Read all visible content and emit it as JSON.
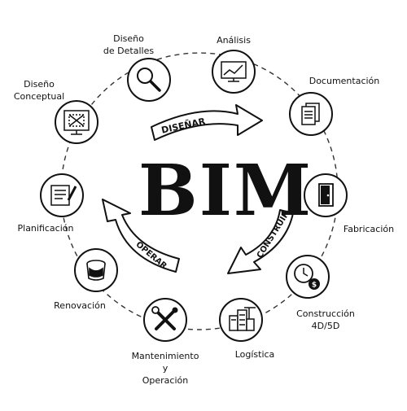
{
  "center": {
    "title": "BIM"
  },
  "phases": {
    "design": "DISEÑAR",
    "build": "CONSTRUIR",
    "operate": "OPERAR"
  },
  "stages": [
    {
      "id": "analisis",
      "label": "Análisis",
      "icon": "analytics-screen-icon"
    },
    {
      "id": "documentacion",
      "label": "Documentación",
      "icon": "document-stack-icon"
    },
    {
      "id": "fabricacion",
      "label": "Fabricación",
      "icon": "door-icon"
    },
    {
      "id": "construccion",
      "label": "Construcción\n4D/5D",
      "icon": "clock-dollar-icon"
    },
    {
      "id": "logistica",
      "label": "Logística",
      "icon": "buildings-icon"
    },
    {
      "id": "mantenimiento",
      "label": "Mantenimiento\ny\nOperación",
      "icon": "wrench-screwdriver-icon"
    },
    {
      "id": "renovacion",
      "label": "Renovación",
      "icon": "paint-bucket-icon"
    },
    {
      "id": "planificacion",
      "label": "Planificación",
      "icon": "clipboard-pencil-icon"
    },
    {
      "id": "diseno-conceptual",
      "label": "Diseño\nConceptual",
      "icon": "blueprint-monitor-icon"
    },
    {
      "id": "diseno-detalles",
      "label": "Diseño\nde Detalles",
      "icon": "magnifier-icon"
    }
  ]
}
